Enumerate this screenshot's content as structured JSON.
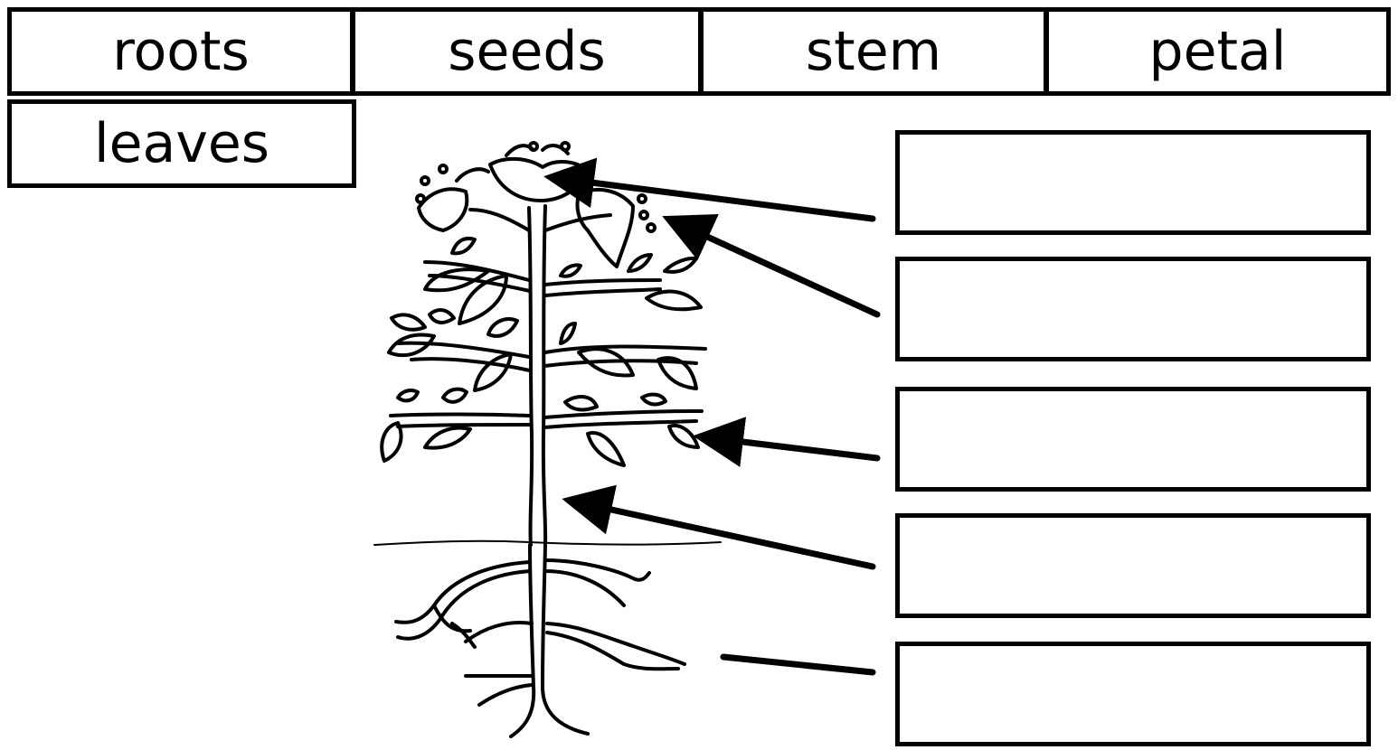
{
  "word_bank": [
    {
      "id": "roots",
      "label": "roots"
    },
    {
      "id": "seeds",
      "label": "seeds"
    },
    {
      "id": "stem",
      "label": "stem"
    },
    {
      "id": "petal",
      "label": "petal"
    },
    {
      "id": "leaves",
      "label": "leaves"
    }
  ],
  "answer_boxes": [
    {
      "id": "label-1",
      "value": ""
    },
    {
      "id": "label-2",
      "value": ""
    },
    {
      "id": "label-3",
      "value": ""
    },
    {
      "id": "label-4",
      "value": ""
    },
    {
      "id": "label-5",
      "value": ""
    }
  ],
  "illustration": {
    "subject": "plant-with-flowers-leaves-stem-and-roots"
  },
  "colors": {
    "ink": "#000000",
    "paper": "#ffffff"
  }
}
